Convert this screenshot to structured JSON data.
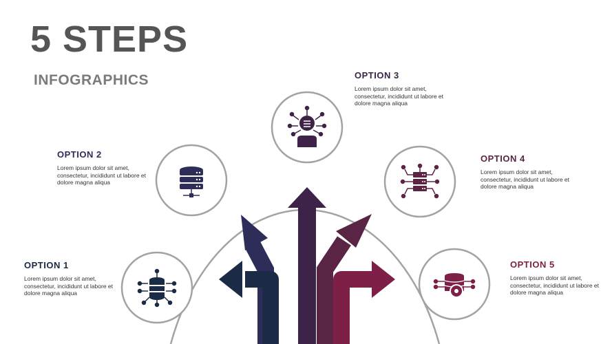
{
  "header": {
    "title": "5 STEPS",
    "subtitle": "INFOGRAPHICS"
  },
  "colors": {
    "option1": "#1b2b45",
    "option2": "#2e2d5a",
    "option3": "#3d2347",
    "option4": "#5a2545",
    "option5": "#7d1f47",
    "circle_stroke": "#a3a3a3",
    "title_gray": "#555555"
  },
  "options": [
    {
      "label": "OPTION 1",
      "text": "Lorem ipsum dolor sit amet, consectetur, incididunt ut labore et dolore magna aliqua",
      "icon": "database-network-icon"
    },
    {
      "label": "OPTION 2",
      "text": "Lorem ipsum dolor sit amet, consectetur, incididunt ut labore et dolore magna aliqua",
      "icon": "server-stack-icon"
    },
    {
      "label": "OPTION 3",
      "text": "Lorem ipsum dolor sit amet, consectetur, incididunt ut labore et dolore magna aliqua",
      "icon": "network-hub-icon"
    },
    {
      "label": "OPTION 4",
      "text": "Lorem ipsum dolor sit amet, consectetur, incididunt ut labore et dolore magna aliqua",
      "icon": "server-network-icon"
    },
    {
      "label": "OPTION 5",
      "text": "Lorem ipsum dolor sit amet, consectetur, incididunt ut labore et dolore magna aliqua",
      "icon": "database-gear-icon"
    }
  ]
}
